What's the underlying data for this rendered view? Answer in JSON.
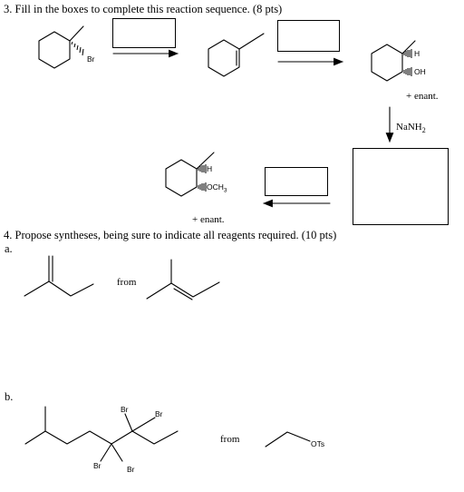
{
  "q3": {
    "title": "3. Fill in the boxes to complete this reaction sequence. (8 pts)",
    "bromide_label": "Br",
    "diol_h_label": "H",
    "diol_oh_label": "OH",
    "enant_1": "+ enant.",
    "reagent_nanh2_main": "NaNH",
    "reagent_nanh2_sub": "2",
    "ether_h_label": "H",
    "ether_och3_main": "OCH",
    "ether_och3_sub": "3",
    "enant_2": "+ enant."
  },
  "q4": {
    "title": "4. Propose syntheses, being sure to indicate all reagents required. (10 pts)",
    "part_a_label": "a.",
    "from_a": "from",
    "part_b_label": "b.",
    "br_labels": [
      "Br",
      "Br",
      "Br",
      "Br"
    ],
    "from_b": "from",
    "ots_label": "OTs"
  }
}
